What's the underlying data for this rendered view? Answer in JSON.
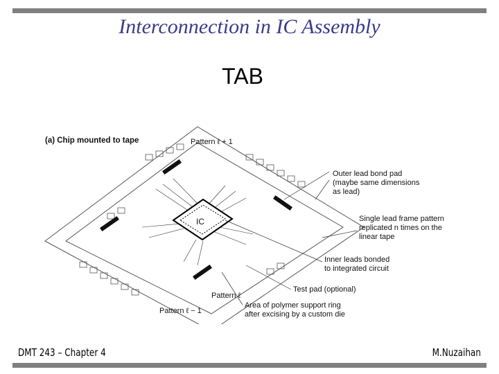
{
  "slide": {
    "title": "Interconnection in IC Assembly",
    "subtitle": "TAB"
  },
  "figure": {
    "caption": "(a) Chip mounted to tape",
    "pattern_top": "Pattern ℓ + 1",
    "pattern_mid": "Pattern ℓ",
    "pattern_bottom": "Pattern ℓ − 1",
    "chip_label": "IC",
    "callouts": {
      "outer_lead": [
        "Outer lead bond pad",
        "(maybe same dimensions",
        "as lead)"
      ],
      "single_frame": [
        "Single lead frame pattern",
        "replicated n times on the",
        "linear tape"
      ],
      "inner_leads": [
        "Inner leads bonded",
        "to integrated circuit"
      ],
      "test_pad": "Test pad (optional)",
      "polymer_ring": [
        "Area of polymer support ring",
        "after excising by a custom die"
      ]
    }
  },
  "footer": {
    "left": "DMT 243 – Chapter 4",
    "right": "M.Nuzaihan"
  },
  "colors": {
    "rule": "#808080",
    "title": "#3a3a8a"
  }
}
